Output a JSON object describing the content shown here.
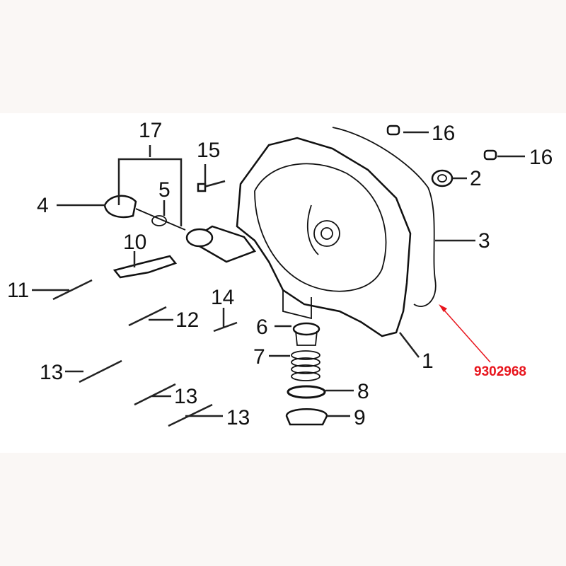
{
  "callouts": {
    "c17": "17",
    "c15": "15",
    "c16a": "16",
    "c16b": "16",
    "c2": "2",
    "c3": "3",
    "c4": "4",
    "c5": "5",
    "c10": "10",
    "c11": "11",
    "c12": "12",
    "c14": "14",
    "c6": "6",
    "c7": "7",
    "c8": "8",
    "c9": "9",
    "c13a": "13",
    "c13b": "13",
    "c13c": "13",
    "c1": "1"
  },
  "part_number": "9302968",
  "colors": {
    "accent": "#e8141c",
    "band": "#faf7f5"
  }
}
